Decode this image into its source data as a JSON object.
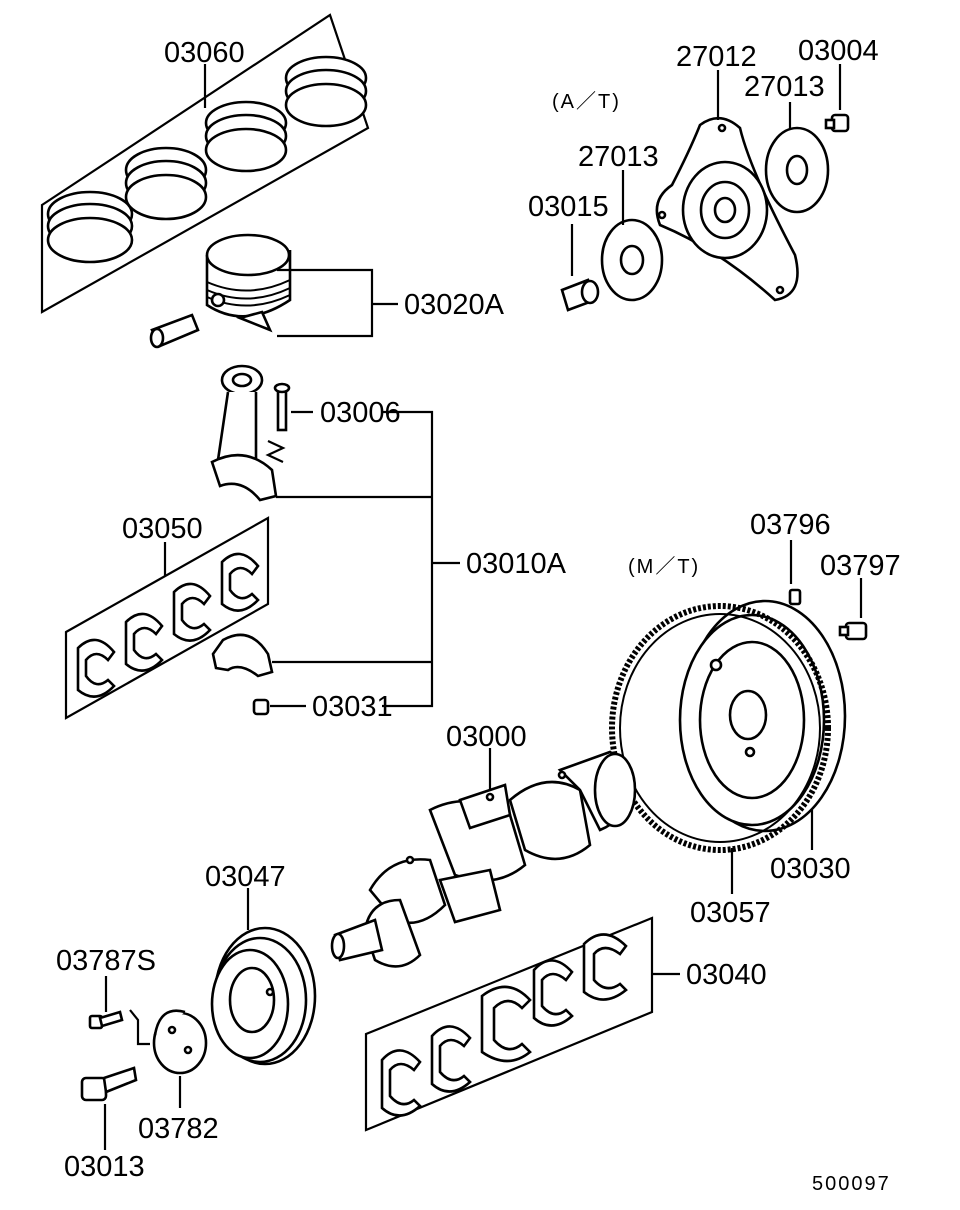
{
  "diagram": {
    "labels": {
      "p03060": "03060",
      "p03020A": "03020A",
      "p03006": "03006",
      "p03050": "03050",
      "p03010A": "03010A",
      "p03031": "03031",
      "p03000": "03000",
      "p03047": "03047",
      "p03787S": "03787S",
      "p03782": "03782",
      "p03013": "03013",
      "p03040": "03040",
      "p03057": "03057",
      "p03030": "03030",
      "p03796": "03796",
      "p03797": "03797",
      "p27012": "27012",
      "p03004": "03004",
      "p27013a": "27013",
      "p27013b": "27013",
      "p03015": "03015"
    },
    "variant_at": "(A／T)",
    "variant_mt": "(M／T)",
    "figure_code": "500097"
  }
}
